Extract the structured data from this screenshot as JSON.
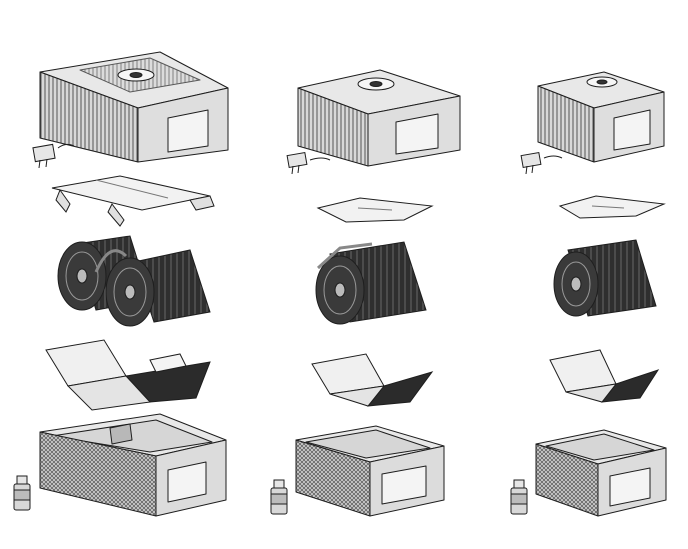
{
  "diagram": {
    "variants": [
      "large-unit",
      "medium-unit",
      "small-unit"
    ],
    "layers_top_to_bottom": [
      "housing-top",
      "power-adapter",
      "disc-holder-plate",
      "humidifier-disc-stack",
      "water-tray-insert",
      "water-basin",
      "cleaning-additive-bottle"
    ],
    "colors": {
      "stroke": "#1e1e1e",
      "light": "#e6e6e6",
      "mid": "#b8b8b8",
      "dark": "#2b2b2b",
      "paper": "#ffffff"
    }
  }
}
